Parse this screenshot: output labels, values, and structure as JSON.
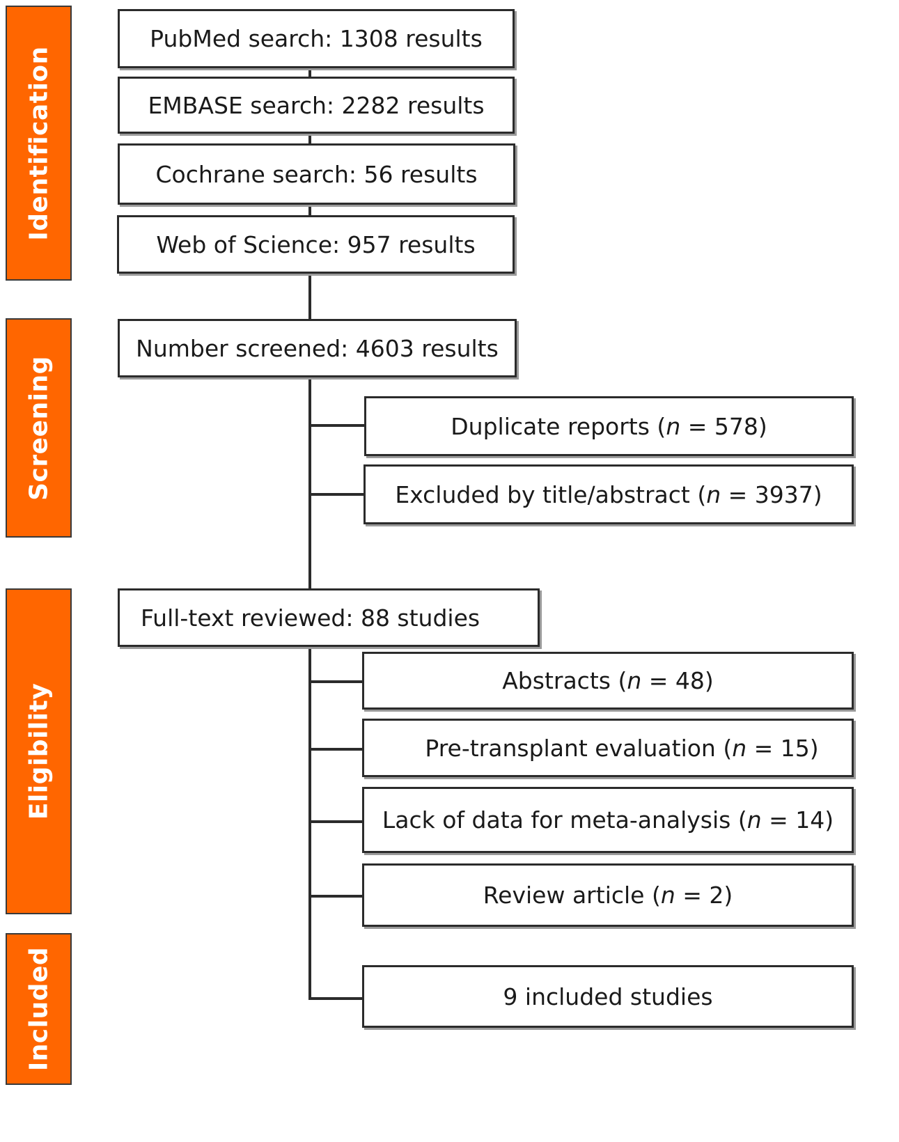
{
  "phases": {
    "identification": "Identification",
    "screening": "Screening",
    "eligibility": "Eligibility",
    "included": "Included"
  },
  "identification": {
    "pubmed": "PubMed search: 1308 results",
    "embase": "EMBASE search: 2282 results",
    "cochrane": "Cochrane search: 56 results",
    "wos": "Web of Science: 957 results"
  },
  "screening": {
    "screened": "Number screened: 4603 results",
    "duplicate": {
      "label": "Duplicate reports (",
      "n": "n",
      "rest": " = 578)"
    },
    "excluded": {
      "label": "Excluded by title/abstract (",
      "n": "n",
      "rest": " = 3937)"
    }
  },
  "eligibility": {
    "fulltext": "Full-text reviewed: 88 studies",
    "abstracts": {
      "label": "Abstracts (",
      "n": "n",
      "rest": " = 48)"
    },
    "pretransplant": {
      "label": "Pre-transplant evaluation (",
      "n": "n",
      "rest": " = 15)"
    },
    "lackdata": {
      "label": "Lack of data for meta-analysis (",
      "n": "n",
      "rest": " = 14)"
    },
    "review": {
      "label": "Review article (",
      "n": "n",
      "rest": " = 2)"
    }
  },
  "included": {
    "studies": "9 included studies"
  }
}
